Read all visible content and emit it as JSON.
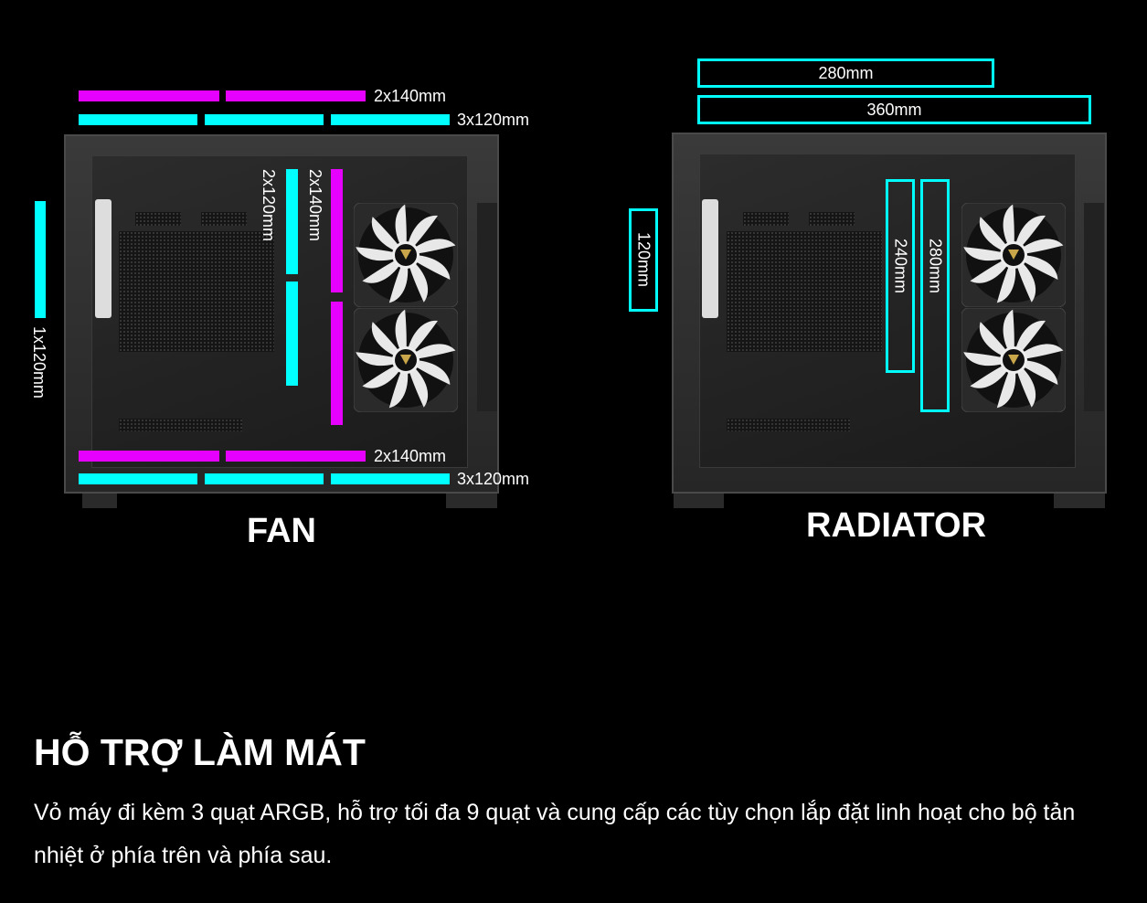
{
  "fan_diagram": {
    "title": "FAN",
    "top_140": "2x140mm",
    "top_120": "3x120mm",
    "bottom_140": "2x140mm",
    "bottom_120": "3x120mm",
    "side_120": "2x120mm",
    "side_140": "2x140mm",
    "rear_120": "1x120mm"
  },
  "radiator_diagram": {
    "title": "RADIATOR",
    "top_280": "280mm",
    "top_360": "360mm",
    "rear_120": "120mm",
    "side_240": "240mm",
    "side_280": "280mm"
  },
  "section": {
    "heading": "HỖ TRỢ LÀM MÁT",
    "description": "Vỏ máy đi kèm 3 quạt ARGB, hỗ trợ tối đa 9 quạt và cung cấp các tùy chọn lắp đặt linh hoạt cho bộ tản nhiệt ở phía trên và phía sau."
  },
  "colors": {
    "fan_140": "#e600ff",
    "fan_120": "#00ffff",
    "background": "#000000"
  }
}
